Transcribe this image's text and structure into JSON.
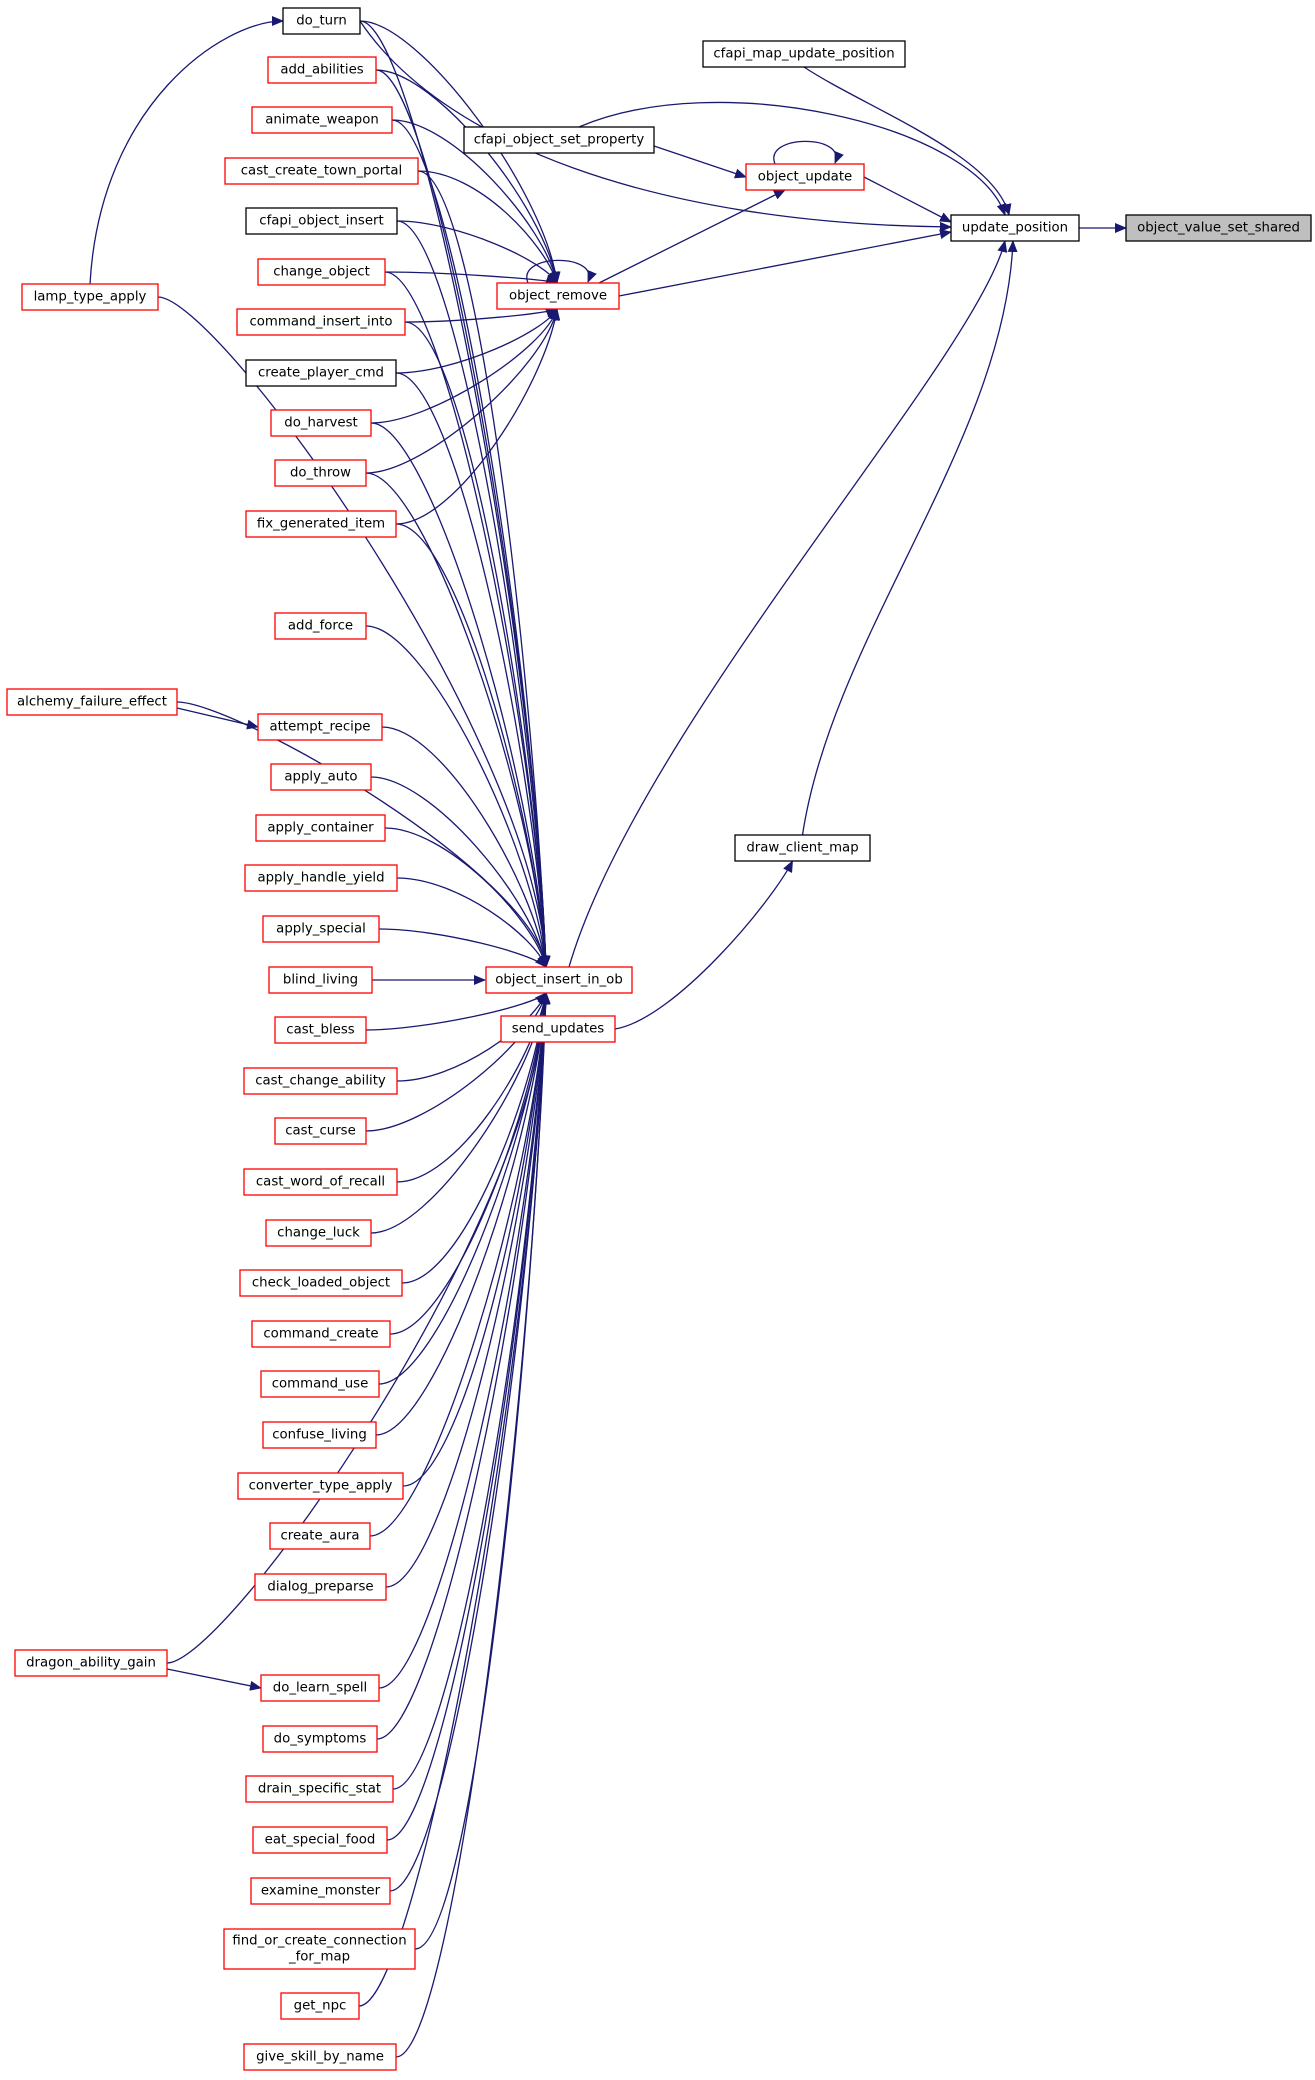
{
  "diagram": {
    "colors": {
      "edge": "#191970",
      "border_red": "#ff0000",
      "border_black": "#000000",
      "focus_fill": "#bfbfbf",
      "node_fill": "#ffffff"
    },
    "nodes": {
      "object_value_set_shared": {
        "label": "object_value_set_shared",
        "border": "black",
        "focus": true
      },
      "update_position": {
        "label": "update_position",
        "border": "black"
      },
      "cfapi_map_update_position": {
        "label": "cfapi_map_update_position",
        "border": "black"
      },
      "object_update": {
        "label": "object_update",
        "border": "red"
      },
      "cfapi_object_set_property": {
        "label": "cfapi_object_set_property",
        "border": "black"
      },
      "object_remove": {
        "label": "object_remove",
        "border": "red"
      },
      "draw_client_map": {
        "label": "draw_client_map",
        "border": "black"
      },
      "send_updates": {
        "label": "send_updates",
        "border": "red"
      },
      "object_insert_in_ob": {
        "label": "object_insert_in_ob",
        "border": "red"
      },
      "do_turn": {
        "label": "do_turn",
        "border": "black"
      },
      "add_abilities": {
        "label": "add_abilities",
        "border": "red"
      },
      "animate_weapon": {
        "label": "animate_weapon",
        "border": "red"
      },
      "cast_create_town_portal": {
        "label": "cast_create_town_portal",
        "border": "red"
      },
      "cfapi_object_insert": {
        "label": "cfapi_object_insert",
        "border": "black"
      },
      "change_object": {
        "label": "change_object",
        "border": "red"
      },
      "command_insert_into": {
        "label": "command_insert_into",
        "border": "red"
      },
      "create_player_cmd": {
        "label": "create_player_cmd",
        "border": "black"
      },
      "do_harvest": {
        "label": "do_harvest",
        "border": "red"
      },
      "do_throw": {
        "label": "do_throw",
        "border": "red"
      },
      "fix_generated_item": {
        "label": "fix_generated_item",
        "border": "red"
      },
      "lamp_type_apply": {
        "label": "lamp_type_apply",
        "border": "red"
      },
      "add_force": {
        "label": "add_force",
        "border": "red"
      },
      "alchemy_failure_effect": {
        "label": "alchemy_failure_effect",
        "border": "red"
      },
      "attempt_recipe": {
        "label": "attempt_recipe",
        "border": "red"
      },
      "apply_auto": {
        "label": "apply_auto",
        "border": "red"
      },
      "apply_container": {
        "label": "apply_container",
        "border": "red"
      },
      "apply_handle_yield": {
        "label": "apply_handle_yield",
        "border": "red"
      },
      "apply_special": {
        "label": "apply_special",
        "border": "red"
      },
      "blind_living": {
        "label": "blind_living",
        "border": "red"
      },
      "cast_bless": {
        "label": "cast_bless",
        "border": "red"
      },
      "cast_change_ability": {
        "label": "cast_change_ability",
        "border": "red"
      },
      "cast_curse": {
        "label": "cast_curse",
        "border": "red"
      },
      "cast_word_of_recall": {
        "label": "cast_word_of_recall",
        "border": "red"
      },
      "change_luck": {
        "label": "change_luck",
        "border": "red"
      },
      "check_loaded_object": {
        "label": "check_loaded_object",
        "border": "red"
      },
      "command_create": {
        "label": "command_create",
        "border": "red"
      },
      "command_use": {
        "label": "command_use",
        "border": "red"
      },
      "confuse_living": {
        "label": "confuse_living",
        "border": "red"
      },
      "converter_type_apply": {
        "label": "converter_type_apply",
        "border": "red"
      },
      "create_aura": {
        "label": "create_aura",
        "border": "red"
      },
      "dialog_preparse": {
        "label": "dialog_preparse",
        "border": "red"
      },
      "dragon_ability_gain": {
        "label": "dragon_ability_gain",
        "border": "red"
      },
      "do_learn_spell": {
        "label": "do_learn_spell",
        "border": "red"
      },
      "do_symptoms": {
        "label": "do_symptoms",
        "border": "red"
      },
      "drain_specific_stat": {
        "label": "drain_specific_stat",
        "border": "red"
      },
      "eat_special_food": {
        "label": "eat_special_food",
        "border": "red"
      },
      "examine_monster": {
        "label": "examine_monster",
        "border": "red"
      },
      "find_or_create_connection_for_map": {
        "label": "find_or_create_connection",
        "label2": "_for_map",
        "border": "red"
      },
      "get_npc": {
        "label": "get_npc",
        "border": "red"
      },
      "give_skill_by_name": {
        "label": "give_skill_by_name",
        "border": "red"
      }
    },
    "edges": [
      [
        "update_position",
        "object_value_set_shared"
      ],
      [
        "cfapi_map_update_position",
        "update_position"
      ],
      [
        "cfapi_object_set_property",
        "update_position"
      ],
      [
        "object_update",
        "update_position"
      ],
      [
        "do_turn",
        "update_position"
      ],
      [
        "object_remove",
        "update_position"
      ],
      [
        "object_insert_in_ob",
        "update_position"
      ],
      [
        "draw_client_map",
        "update_position"
      ],
      [
        "cfapi_object_set_property",
        "object_update"
      ],
      [
        "object_update",
        "object_update"
      ],
      [
        "object_remove",
        "object_update"
      ],
      [
        "object_remove",
        "object_remove"
      ],
      [
        "send_updates",
        "draw_client_map"
      ],
      [
        "do_turn",
        "object_remove"
      ],
      [
        "add_abilities",
        "object_remove"
      ],
      [
        "animate_weapon",
        "object_remove"
      ],
      [
        "cast_create_town_portal",
        "object_remove"
      ],
      [
        "cfapi_object_insert",
        "object_remove"
      ],
      [
        "change_object",
        "object_remove"
      ],
      [
        "command_insert_into",
        "object_remove"
      ],
      [
        "create_player_cmd",
        "object_remove"
      ],
      [
        "do_harvest",
        "object_remove"
      ],
      [
        "do_throw",
        "object_remove"
      ],
      [
        "fix_generated_item",
        "object_remove"
      ],
      [
        "do_turn",
        "object_insert_in_ob"
      ],
      [
        "add_abilities",
        "object_insert_in_ob"
      ],
      [
        "animate_weapon",
        "object_insert_in_ob"
      ],
      [
        "cast_create_town_portal",
        "object_insert_in_ob"
      ],
      [
        "cfapi_object_insert",
        "object_insert_in_ob"
      ],
      [
        "change_object",
        "object_insert_in_ob"
      ],
      [
        "command_insert_into",
        "object_insert_in_ob"
      ],
      [
        "create_player_cmd",
        "object_insert_in_ob"
      ],
      [
        "do_harvest",
        "object_insert_in_ob"
      ],
      [
        "do_throw",
        "object_insert_in_ob"
      ],
      [
        "fix_generated_item",
        "object_insert_in_ob"
      ],
      [
        "lamp_type_apply",
        "do_turn"
      ],
      [
        "lamp_type_apply",
        "object_insert_in_ob"
      ],
      [
        "add_force",
        "object_insert_in_ob"
      ],
      [
        "alchemy_failure_effect",
        "object_insert_in_ob"
      ],
      [
        "alchemy_failure_effect",
        "attempt_recipe"
      ],
      [
        "attempt_recipe",
        "object_insert_in_ob"
      ],
      [
        "apply_auto",
        "object_insert_in_ob"
      ],
      [
        "apply_container",
        "object_insert_in_ob"
      ],
      [
        "apply_handle_yield",
        "object_insert_in_ob"
      ],
      [
        "apply_special",
        "object_insert_in_ob"
      ],
      [
        "blind_living",
        "object_insert_in_ob"
      ],
      [
        "cast_bless",
        "object_insert_in_ob"
      ],
      [
        "cast_change_ability",
        "object_insert_in_ob"
      ],
      [
        "cast_curse",
        "object_insert_in_ob"
      ],
      [
        "cast_word_of_recall",
        "object_insert_in_ob"
      ],
      [
        "change_luck",
        "object_insert_in_ob"
      ],
      [
        "check_loaded_object",
        "object_insert_in_ob"
      ],
      [
        "command_create",
        "object_insert_in_ob"
      ],
      [
        "command_use",
        "object_insert_in_ob"
      ],
      [
        "confuse_living",
        "object_insert_in_ob"
      ],
      [
        "converter_type_apply",
        "object_insert_in_ob"
      ],
      [
        "create_aura",
        "object_insert_in_ob"
      ],
      [
        "dialog_preparse",
        "object_insert_in_ob"
      ],
      [
        "dragon_ability_gain",
        "object_insert_in_ob"
      ],
      [
        "dragon_ability_gain",
        "do_learn_spell"
      ],
      [
        "do_learn_spell",
        "object_insert_in_ob"
      ],
      [
        "do_symptoms",
        "object_insert_in_ob"
      ],
      [
        "drain_specific_stat",
        "object_insert_in_ob"
      ],
      [
        "eat_special_food",
        "object_insert_in_ob"
      ],
      [
        "examine_monster",
        "object_insert_in_ob"
      ],
      [
        "find_or_create_connection_for_map",
        "object_insert_in_ob"
      ],
      [
        "get_npc",
        "object_insert_in_ob"
      ],
      [
        "give_skill_by_name",
        "object_insert_in_ob"
      ]
    ]
  }
}
